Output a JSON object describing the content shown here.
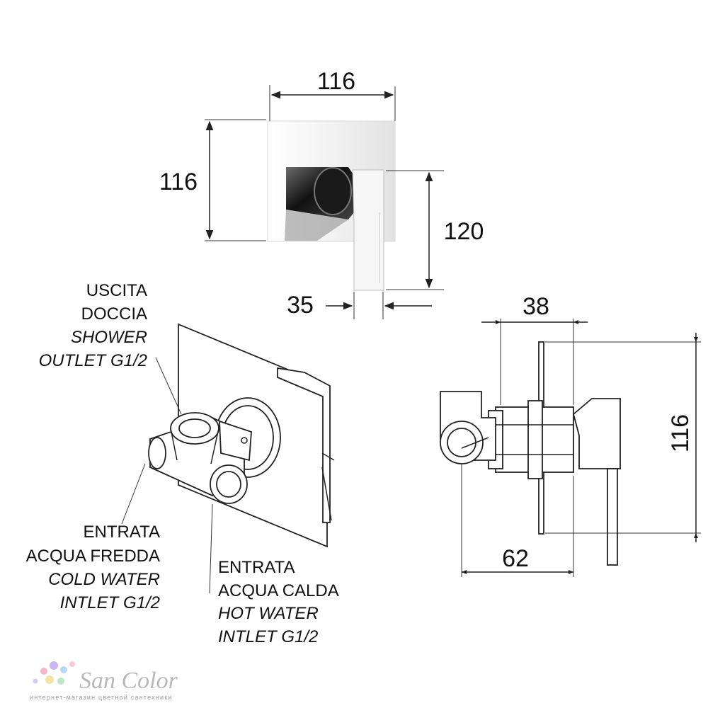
{
  "dimensions": {
    "front_width": "116",
    "front_height": "116",
    "lever_height": "120",
    "lever_width": "35",
    "side_depth": "38",
    "side_height": "116",
    "side_total_depth": "62"
  },
  "labels": {
    "shower_outlet": [
      "USCITA",
      "DOCCIA",
      "SHOWER",
      "OUTLET G1/2"
    ],
    "cold_inlet": [
      "ENTRATA",
      "ACQUA FREDDA",
      "COLD WATER",
      "INTLET G1/2"
    ],
    "hot_inlet": [
      "ENTRATA",
      "ACQUA CALDA",
      "HOT WATER",
      "INTLET G1/2"
    ]
  },
  "branding": {
    "logo_text": "San Color",
    "tagline": "интернет-магазин цветной сантехники",
    "dot_colors": [
      "#f4b6c8",
      "#c9b6f0",
      "#b6d8f4",
      "#f6e3a8",
      "#bfe6c5"
    ]
  },
  "icons": {
    "logo": "sancolor-dots-icon"
  }
}
